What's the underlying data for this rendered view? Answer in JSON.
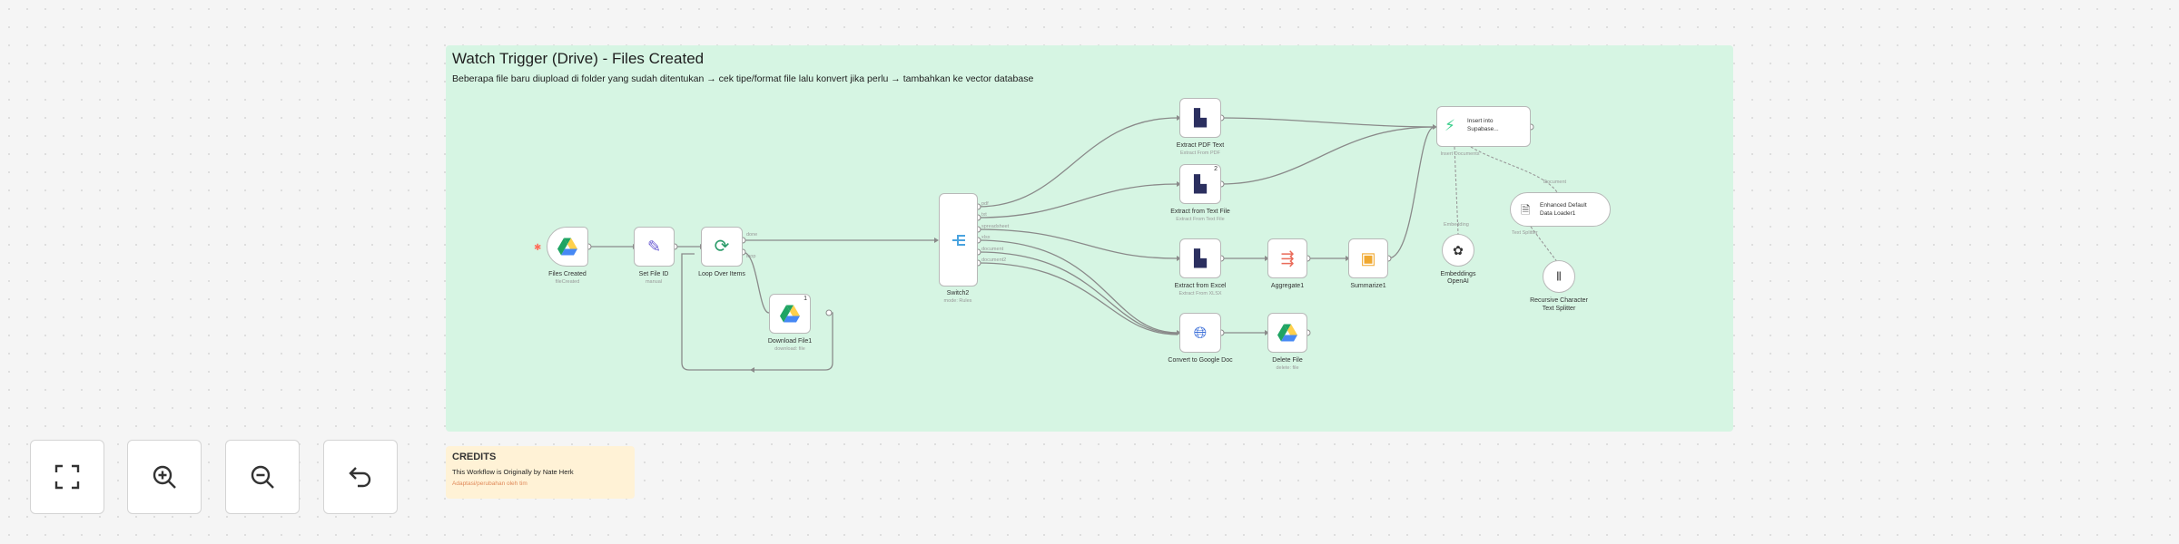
{
  "sticky_main": {
    "title": "Watch Trigger (Drive) - Files Created",
    "description": "Beberapa file baru diupload di folder yang sudah ditentukan → cek tipe/format file lalu konvert jika perlu → tambahkan ke vector database"
  },
  "sticky_credits": {
    "title": "CREDITS",
    "line1": "This Workflow is Originally by Nate Herk",
    "line2": "Adaptasi/perubahan oleh tim"
  },
  "nodes": {
    "files_created": {
      "label": "Files Created",
      "sub": "fileCreated",
      "icon": "google-drive-icon"
    },
    "set_file_id": {
      "label": "Set File ID",
      "sub": "manual",
      "icon": "pencil-icon"
    },
    "loop": {
      "label": "Loop Over Items",
      "icon": "loop-icon",
      "port_done": "done",
      "port_loop": "loop"
    },
    "download": {
      "label": "Download File1",
      "sub": "download: file",
      "icon": "google-drive-icon",
      "badge": "1"
    },
    "switch": {
      "label": "Switch2",
      "sub": "mode: Rules",
      "icon": "switch-icon",
      "outputs": [
        "pdf",
        "txt",
        "spreadsheet",
        "xlsx",
        "document",
        "document2"
      ]
    },
    "extract_pdf": {
      "label": "Extract PDF Text",
      "sub": "Extract From PDF",
      "icon": "extract-icon"
    },
    "extract_text": {
      "label": "Extract from Text File",
      "sub": "Extract From Text File",
      "icon": "extract-icon",
      "badge": "2"
    },
    "extract_excel": {
      "label": "Extract from Excel",
      "sub": "Extract From XLSX",
      "icon": "extract-icon"
    },
    "convert": {
      "label": "Convert to Google Doc",
      "icon": "globe-icon"
    },
    "aggregate": {
      "label": "Aggregate1",
      "icon": "aggregate-icon"
    },
    "summarize": {
      "label": "Summarize1",
      "icon": "summarize-icon"
    },
    "delete_file": {
      "label": "Delete File",
      "sub": "delete: file",
      "icon": "google-drive-icon"
    },
    "supabase": {
      "label": "Insert into Supabase...",
      "line1": "Insert into",
      "line2": "Supabase...",
      "sub": "Insert Documents",
      "icon": "supabase-icon",
      "port_emb": "Embedding",
      "port_doc": "Document"
    },
    "loader": {
      "label": "Enhanced Default Data Loader1",
      "line1": "Enhanced Default",
      "line2": "Data Loader1",
      "icon": "document-icon",
      "port_ts": "Text Splitter"
    },
    "embeddings": {
      "label": "Embeddings OpenAI",
      "line1": "Embeddings",
      "line2": "OpenAI",
      "icon": "openai-icon"
    },
    "splitter": {
      "label": "Recursive Character Text Splitter",
      "line1": "Recursive Character",
      "line2": "Text Splitter",
      "icon": "splitter-icon"
    }
  },
  "controls": {
    "fit": "fit-view-icon",
    "zoom_in": "zoom-in-icon",
    "zoom_out": "zoom-out-icon",
    "undo": "undo-icon"
  },
  "colors": {
    "canvas": "#f5f5f5",
    "sticky_green": "#d6f5e3",
    "sticky_yellow": "#fff2d6",
    "edge": "#8a8a8a",
    "drive_green": "#1fa463",
    "drive_yellow": "#ffd04b",
    "drive_blue": "#4688f4",
    "pencil": "#6b5dd3",
    "loop_green": "#2d9c6a",
    "switch_blue": "#4aa3df",
    "extract_navy": "#2b2f5f",
    "aggregate_red": "#ea6b5a",
    "summarize_orange": "#f0a830",
    "globe_blue": "#3a6ed8",
    "supabase_green": "#3ecf8e"
  }
}
